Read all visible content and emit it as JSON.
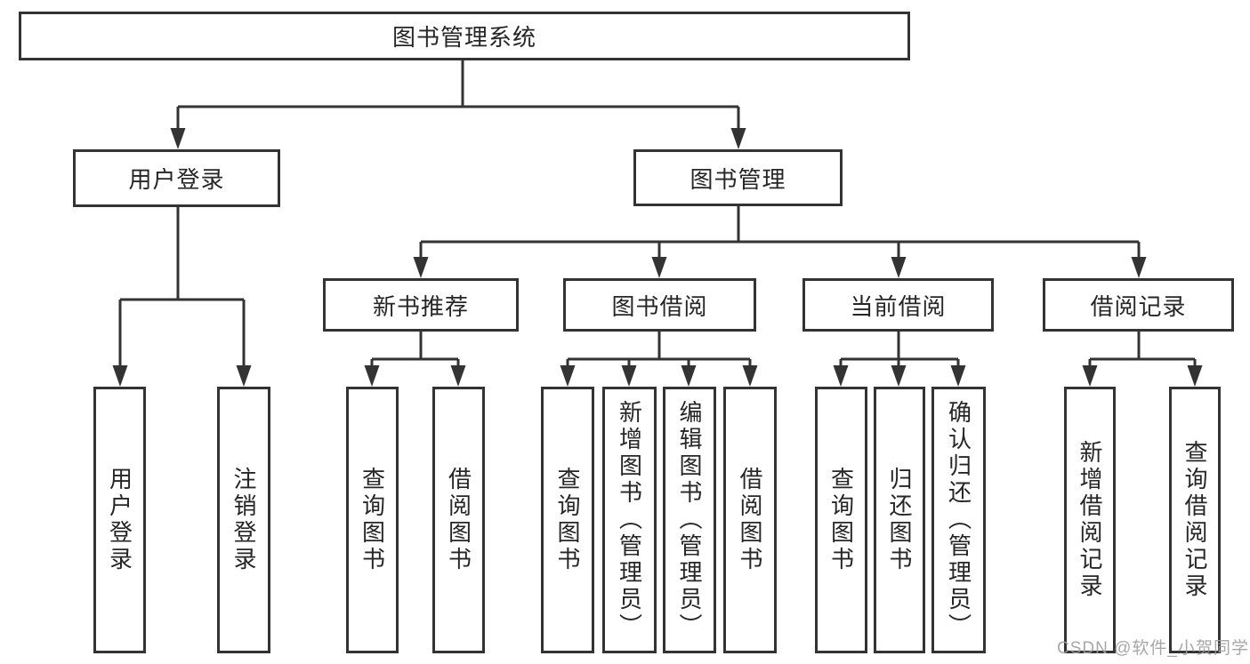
{
  "diagram": {
    "title": "图书管理系统",
    "root": {
      "label": "图书管理系统"
    },
    "level2": {
      "user": {
        "label": "用户登录"
      },
      "mgmt": {
        "label": "图书管理"
      }
    },
    "level3": {
      "recommend": {
        "label": "新书推荐"
      },
      "borrow": {
        "label": "图书借阅"
      },
      "current": {
        "label": "当前借阅"
      },
      "records": {
        "label": "借阅记录"
      }
    },
    "leaves": {
      "user": [
        "用户登录",
        "注销登录"
      ],
      "recommend": [
        "查询图书",
        "借阅图书"
      ],
      "borrow": [
        "查询图书",
        "新增图书（管理员）",
        "编辑图书（管理员）",
        "借阅图书"
      ],
      "current": [
        "查询图书",
        "归还图书",
        "确认归还（管理员）"
      ],
      "records": [
        "新增借阅记录",
        "查询借阅记录"
      ]
    }
  },
  "watermark": "CSDN @软件_小贺同学",
  "colors": {
    "line": "#333333",
    "text": "#262626",
    "watermark": "#9e9e9e",
    "background": "#ffffff"
  }
}
